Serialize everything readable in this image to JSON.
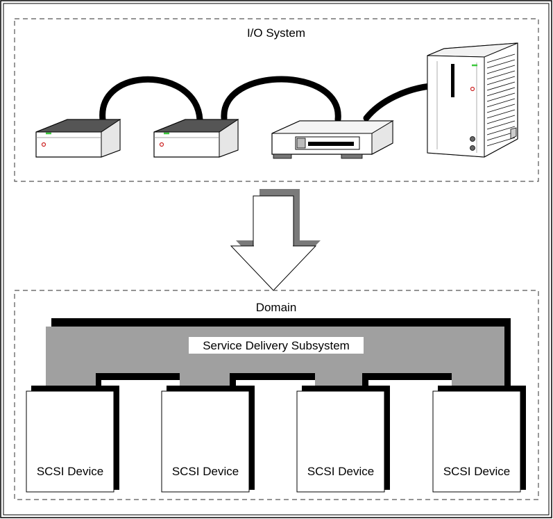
{
  "io_system": {
    "title": "I/O System"
  },
  "domain": {
    "title": "Domain",
    "subsystem_label": "Service Delivery Subsystem",
    "devices": [
      {
        "label": "SCSI Device"
      },
      {
        "label": "SCSI Device"
      },
      {
        "label": "SCSI Device"
      },
      {
        "label": "SCSI Device"
      }
    ]
  },
  "colors": {
    "gray": "#a0a0a0",
    "dark_gray": "#7a7a7a",
    "black": "#000000",
    "dash": "#555555",
    "led": "#3cc83c",
    "apple": "#cc2020"
  }
}
